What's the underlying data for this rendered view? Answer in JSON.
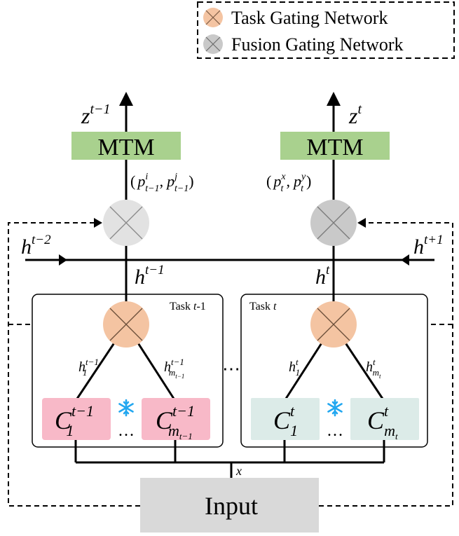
{
  "legend": {
    "task_gate_label": "Task Gating Network",
    "fusion_gate_label": "Fusion Gating Network"
  },
  "colors": {
    "task_gate": "#f4c4a2",
    "fusion_gate_light": "#e2e2e2",
    "fusion_gate_dark": "#c9c9c9",
    "mtm": "#a9d18e",
    "old_expert": "#f8b9c8",
    "new_expert": "#dcebe8",
    "input": "#d9d9d9",
    "frozen_icon": "#22a7f0"
  },
  "icons": {
    "frozen": "snowflake-icon",
    "ellipsis": "…"
  },
  "left": {
    "output": {
      "base": "z",
      "sup": "t−1"
    },
    "mtm_label": "MTM",
    "probs": {
      "open": "(",
      "a_base": "p",
      "a_sup": "i",
      "a_sub": "t−1",
      "sep": ",",
      "b_base": "p",
      "b_sup": "j",
      "b_sub": "t−1",
      "close": ")"
    },
    "hidden": {
      "base": "h",
      "sup": "t−1"
    },
    "task_label": {
      "prefix": "Task ",
      "var": "t",
      "suffix": "-1"
    },
    "route_first": {
      "base": "h",
      "sup": "t−1",
      "sub": "1"
    },
    "route_last": {
      "base": "h",
      "sup": "t−1",
      "sub": "m",
      "subsub": "t−1"
    },
    "expert_first": {
      "base": "C",
      "sup": "t−1",
      "sub": "1"
    },
    "expert_last": {
      "base": "C",
      "sup": "t−1",
      "sub": "m",
      "subsub": "t−1"
    }
  },
  "right": {
    "output": {
      "base": "z",
      "sup": "t"
    },
    "mtm_label": "MTM",
    "probs": {
      "open": "(",
      "a_base": "p",
      "a_sup": "x",
      "a_sub": "t",
      "sep": ",",
      "b_base": "p",
      "b_sup": "y",
      "b_sub": "t",
      "close": ")"
    },
    "hidden": {
      "base": "h",
      "sup": "t"
    },
    "task_label": {
      "prefix": "Task ",
      "var": "t",
      "suffix": ""
    },
    "route_first": {
      "base": "h",
      "sup": "t",
      "sub": "1"
    },
    "route_last": {
      "base": "h",
      "sup": "t",
      "sub": "m",
      "subsub": "t"
    },
    "expert_first": {
      "base": "C",
      "sup": "t",
      "sub": "1"
    },
    "expert_last": {
      "base": "C",
      "sup": "t",
      "sub": "m",
      "subsub": "t"
    }
  },
  "state_prev": {
    "base": "h",
    "sup": "t−2"
  },
  "state_next": {
    "base": "h",
    "sup": "t+1"
  },
  "between_tasks": "⋯",
  "input_var": "x",
  "input_label": "Input"
}
